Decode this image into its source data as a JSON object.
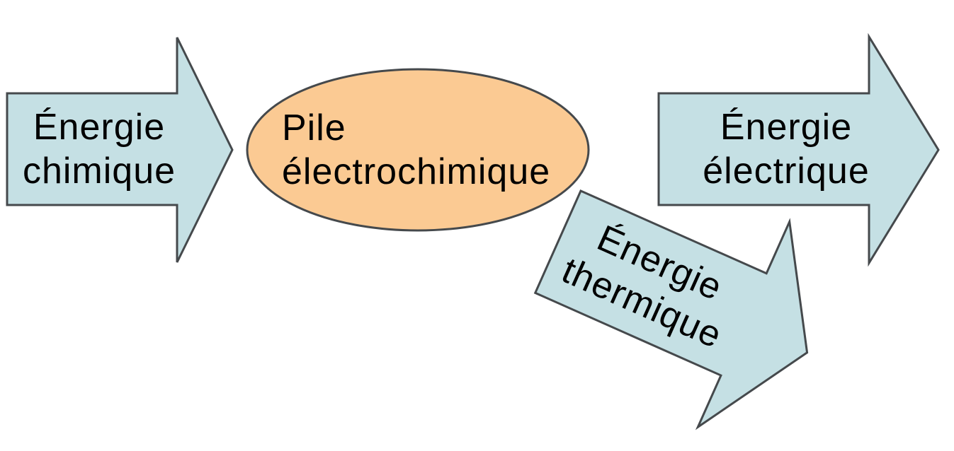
{
  "diagram": {
    "background": "#ffffff",
    "text_color": "#000000",
    "shapes": {
      "arrow_fill": "#c5e0e4",
      "arrow_border": "#45494c",
      "ellipse_fill": "#fbca93",
      "ellipse_border": "#45494c"
    },
    "chemical_energy": {
      "line1": "Énergie",
      "line2": "chimique"
    },
    "cell": {
      "line1": "Pile",
      "line2": "électrochimique"
    },
    "electrical_energy": {
      "line1": "Énergie",
      "line2": "électrique"
    },
    "thermal_energy": {
      "line1": "Énergie",
      "line2": "thermique"
    }
  }
}
